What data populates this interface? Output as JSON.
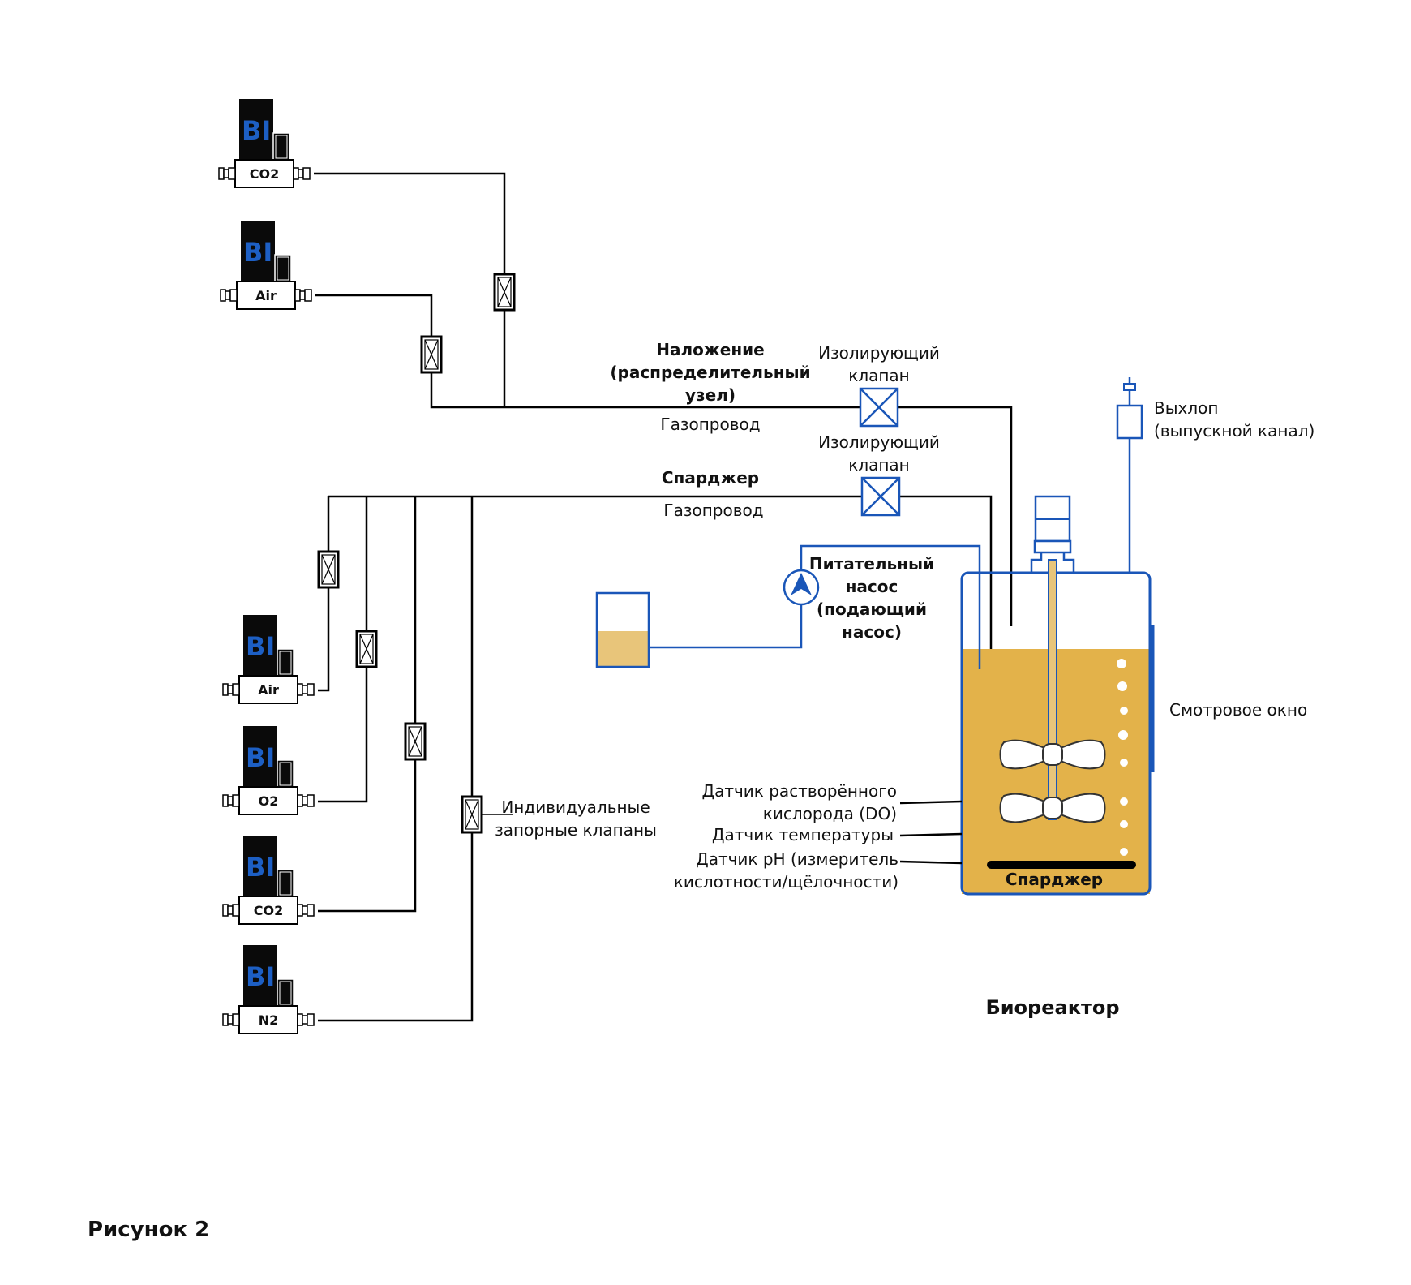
{
  "mfc_letters": "BI",
  "mfcs_overlay": [
    "CO2",
    "Air"
  ],
  "mfcs_sparger": [
    "Air",
    "O2",
    "CO2",
    "N2"
  ],
  "labels": {
    "overlay_title": [
      "Наложение",
      "(распределительный",
      "узел)"
    ],
    "overlay_line": "Газопровод",
    "isolation_valve_top": [
      "Изолирующий",
      "клапан"
    ],
    "sparger_title": "Спарджер",
    "sparger_line": "Газопровод",
    "isolation_valve_bottom": [
      "Изолирующий",
      "клапан"
    ],
    "exhaust": [
      "Выхлоп",
      "(выпускной канал)"
    ],
    "feed_pump": [
      "Питательный",
      "насос",
      "(подающий",
      "насос)"
    ],
    "sight_window": "Смотровое окно",
    "individual_valves": [
      "Индивидуальные",
      "запорные клапаны"
    ],
    "do_sensor": [
      "Датчик растворённого",
      "кислорода (DO)"
    ],
    "temp_sensor": "Датчик температуры",
    "ph_sensor": [
      "Датчик pH (измеритель",
      "кислотности/щёлочности)"
    ],
    "sparger_in_vessel": "Спарджер",
    "bioreactor": "Биореактор",
    "figure": "Рисунок 2"
  },
  "colors": {
    "pipe": "#000000",
    "feed_line": "#1a56b8",
    "medium": "#e3b24a",
    "medium_light": "#e8c57a",
    "mfc_body": "#0a0a0a",
    "mfc_letters": "#1d5fc4"
  }
}
